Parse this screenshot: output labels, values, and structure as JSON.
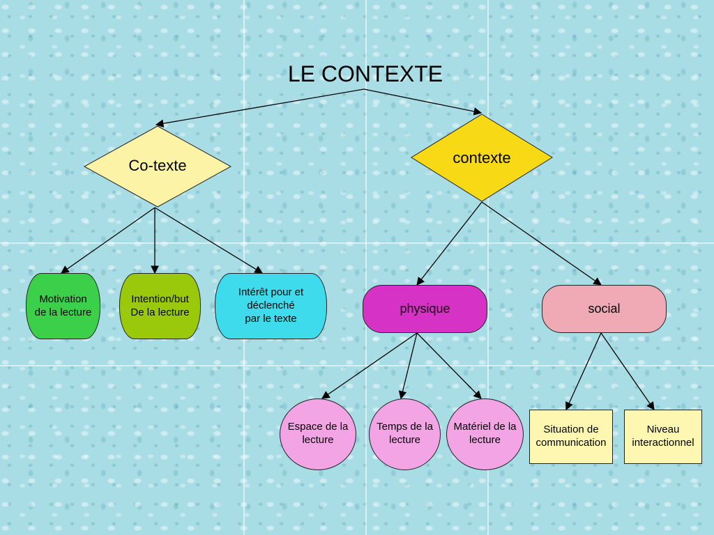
{
  "title": "LE CONTEXTE",
  "cotexte": {
    "label": "Co-texte",
    "children": [
      "Motivation\nde la lecture",
      "Intention/but\nDe la lecture",
      "Intérêt pour et\ndéclenché\npar le texte"
    ]
  },
  "contexte": {
    "label": "contexte",
    "physique": {
      "label": "physique",
      "children": [
        "Espace de la\nlecture",
        "Temps de la\nlecture",
        "Matériel de la\nlecture"
      ]
    },
    "social": {
      "label": "social",
      "children": [
        "Situation de\ncommunication",
        "Niveau\ninteractionnel"
      ]
    }
  },
  "colors": {
    "cotexte_fill": "#fdf3a6",
    "contexte_fill": "#f7d916",
    "motivation_fill": "#3ccf4a",
    "intention_fill": "#99c90a",
    "interet_fill": "#3ddbeb",
    "physique_fill": "#d633c6",
    "social_fill": "#f0aab5",
    "circle_fill": "#f3a4e4",
    "rect_fill": "#fdf7b2"
  }
}
